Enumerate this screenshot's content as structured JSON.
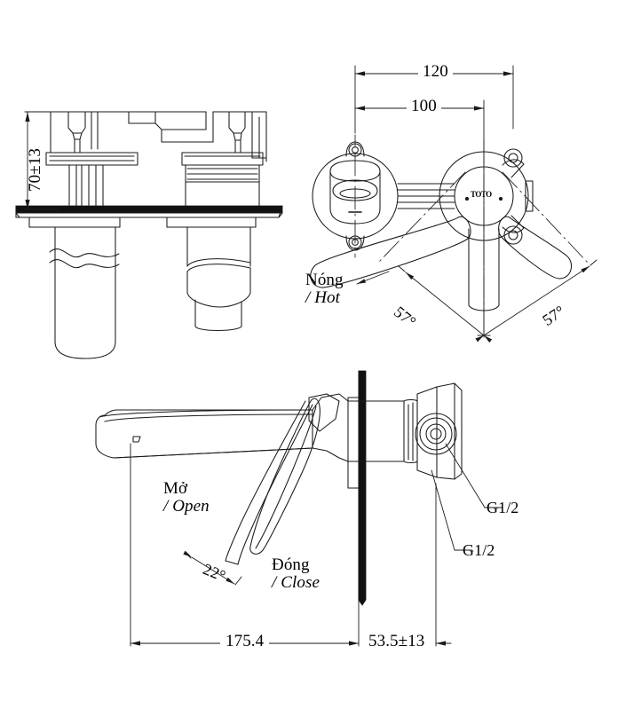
{
  "document": {
    "kind": "technical-drawing",
    "subject": "Wall-mounted single-lever basin mixer faucet",
    "brand_mark": "TOTO",
    "background_color": "#ffffff",
    "line_color": "#1a1a1a",
    "views": [
      {
        "name": "side-section-view",
        "position": "top-left"
      },
      {
        "name": "front-plan-view",
        "position": "top-right"
      },
      {
        "name": "side-elevation-view",
        "position": "bottom"
      }
    ]
  },
  "dimensions": {
    "height_above_wall": "70±13",
    "spread_outer": "120",
    "spread_inner": "100",
    "spout_projection": "175.4",
    "wall_depth": "53.5±13"
  },
  "angles": {
    "handle_left": "57°",
    "handle_right": "57°",
    "lever_open_close": "22°"
  },
  "callouts": {
    "hot_line_1": "Nóng",
    "hot_line_2": "/ Hot",
    "open_line_1": "Mở",
    "open_line_2": "/ Open",
    "close_line_1": "Đóng",
    "close_line_2": "/ Close",
    "inlet_thread_upper": "G1/2",
    "inlet_thread_lower": "G1/2"
  }
}
